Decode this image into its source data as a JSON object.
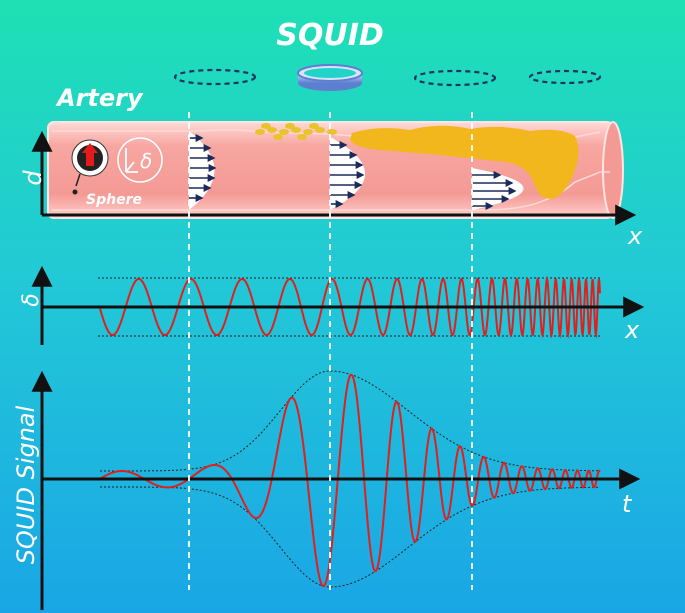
{
  "labels": {
    "squid": "SQUID",
    "artery": "Artery",
    "sphere": "Sphere",
    "delta_symbol": "δ",
    "d_axis": "d",
    "x_axis_top": "x",
    "delta_axis": "δ",
    "x_axis_mid": "x",
    "signal_axis": "SQUID Signal",
    "t_axis": "t"
  },
  "colors": {
    "artery_fill": "#f7a8a3",
    "artery_edge": "#ffd6d2",
    "plaque": "#f2b71c",
    "wave": "#e0201f",
    "axis": "#111111",
    "arrow": "#1a2a5a",
    "squid_ring": "#8aa8e8",
    "dashed_ring": "#1f3360"
  },
  "icons": [
    "magnet-sphere-icon",
    "delta-angle-icon",
    "squid-ring-icon"
  ]
}
